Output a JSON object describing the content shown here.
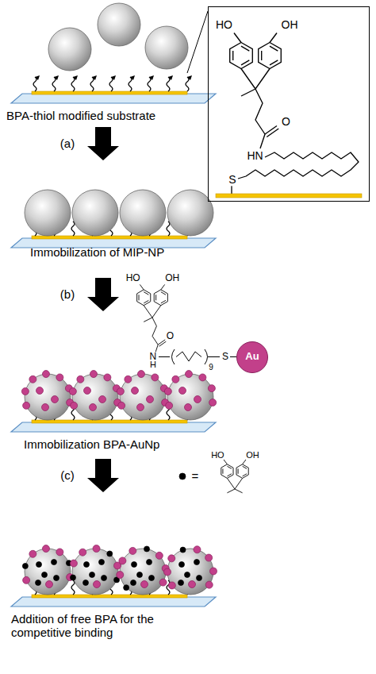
{
  "diagram": {
    "nodes": [
      {
        "text": [
          "HO",
          "OH",
          "O",
          "HN",
          "S"
        ]
      },
      {
        "text": [
          "Au"
        ]
      }
    ],
    "labels": [
      "BPA-thiol modified substrate",
      "(a)",
      "Immobilization of MIP-NP",
      "(b)",
      "HO",
      "OH",
      "O",
      "N",
      "H",
      "9",
      "S",
      "Immobilization BPA-AuNp",
      "(c)",
      "=",
      "HO",
      "OH",
      "Addition of free BPA for the competitive binding"
    ]
  }
}
